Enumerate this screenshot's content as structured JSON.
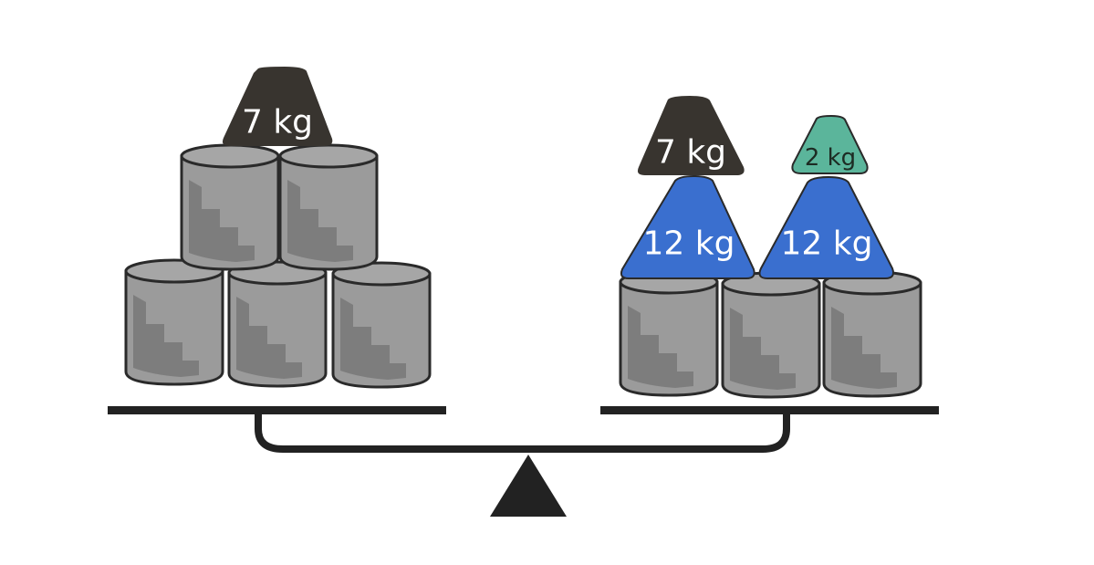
{
  "colors": {
    "background": "#ffffff",
    "beam": "#222222",
    "fulcrum": "#222222",
    "can_body": "#9b9b9b",
    "can_shade": "#7d7d7d",
    "can_outline": "#2a2a2a",
    "weight_black": "#38342f",
    "weight_blue": "#3a6fcf",
    "weight_green": "#5bb59b"
  },
  "left_pan": {
    "cans": 5,
    "weights": [
      {
        "label": "7 kg",
        "color": "weight_black"
      }
    ]
  },
  "right_pan": {
    "cans": 3,
    "weights": [
      {
        "label": "7 kg",
        "color": "weight_black"
      },
      {
        "label": "12 kg",
        "color": "weight_blue"
      },
      {
        "label": "2 kg",
        "color": "weight_green"
      },
      {
        "label": "12 kg",
        "color": "weight_blue"
      }
    ]
  }
}
